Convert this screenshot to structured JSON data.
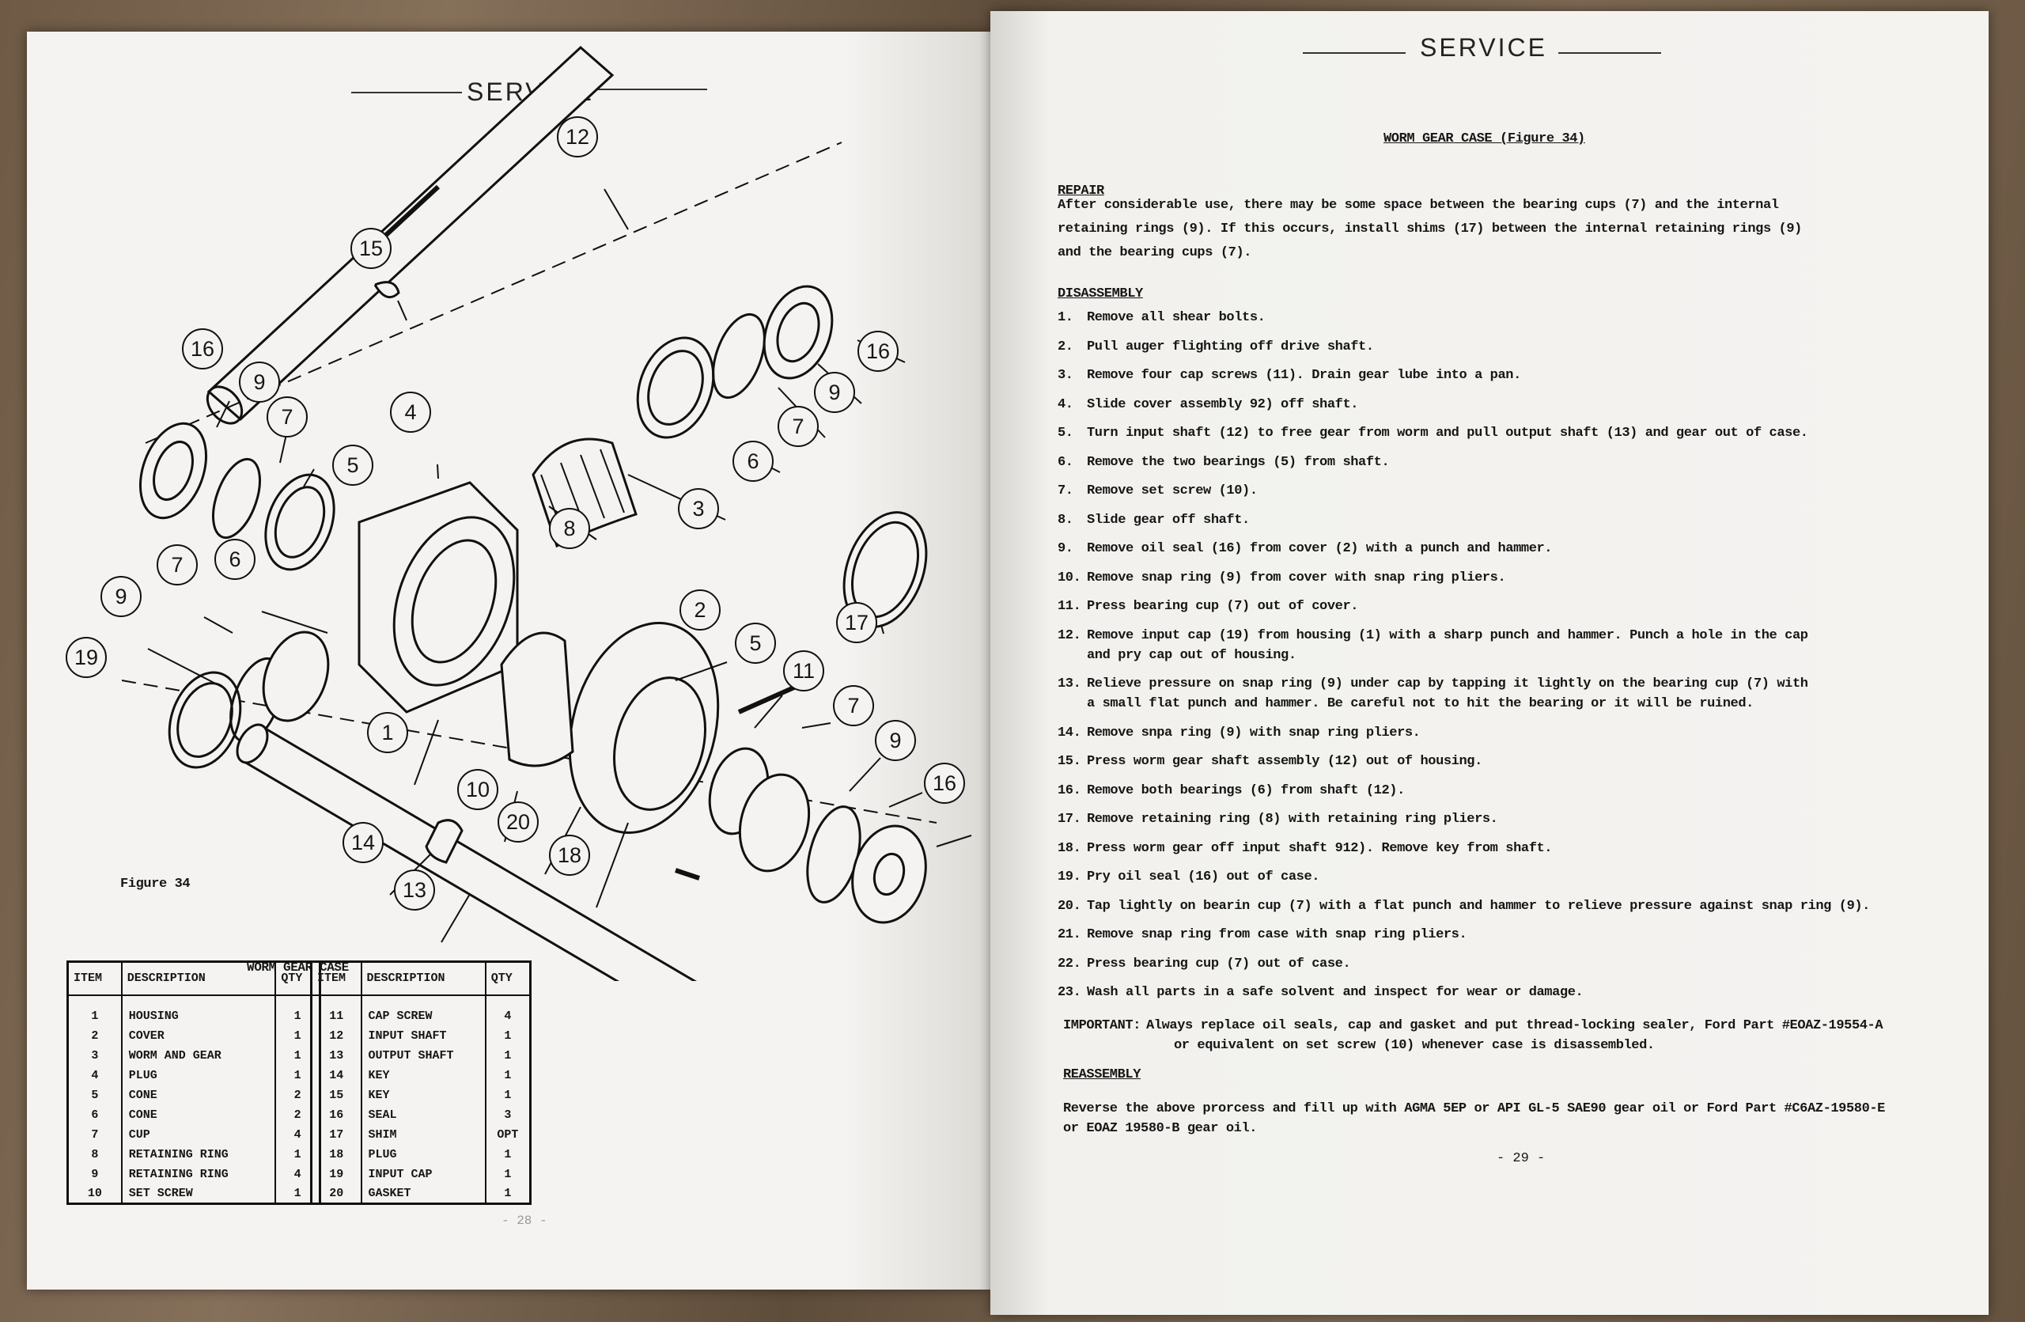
{
  "left_page": {
    "header": "SERVICE",
    "figure_label": "Figure 34",
    "table_title": "WORM GEAR CASE",
    "columns": [
      "ITEM",
      "DESCRIPTION",
      "QTY"
    ],
    "parts_left": [
      {
        "item": "1",
        "description": "HOUSING",
        "qty": "1"
      },
      {
        "item": "2",
        "description": "COVER",
        "qty": "1"
      },
      {
        "item": "3",
        "description": "WORM AND GEAR",
        "qty": "1"
      },
      {
        "item": "4",
        "description": "PLUG",
        "qty": "1"
      },
      {
        "item": "5",
        "description": "CONE",
        "qty": "2"
      },
      {
        "item": "6",
        "description": "CONE",
        "qty": "2"
      },
      {
        "item": "7",
        "description": "CUP",
        "qty": "4"
      },
      {
        "item": "8",
        "description": "RETAINING RING",
        "qty": "1"
      },
      {
        "item": "9",
        "description": "RETAINING RING",
        "qty": "4"
      },
      {
        "item": "10",
        "description": "SET SCREW",
        "qty": "1"
      }
    ],
    "parts_right": [
      {
        "item": "11",
        "description": "CAP SCREW",
        "qty": "4"
      },
      {
        "item": "12",
        "description": "INPUT SHAFT",
        "qty": "1"
      },
      {
        "item": "13",
        "description": "OUTPUT SHAFT",
        "qty": "1"
      },
      {
        "item": "14",
        "description": "KEY",
        "qty": "1"
      },
      {
        "item": "15",
        "description": "KEY",
        "qty": "1"
      },
      {
        "item": "16",
        "description": "SEAL",
        "qty": "3"
      },
      {
        "item": "17",
        "description": "SHIM",
        "qty": "OPT"
      },
      {
        "item": "18",
        "description": "PLUG",
        "qty": "1"
      },
      {
        "item": "19",
        "description": "INPUT CAP",
        "qty": "1"
      },
      {
        "item": "20",
        "description": "GASKET",
        "qty": "1"
      }
    ],
    "callouts": [
      "12",
      "15",
      "16",
      "9",
      "7",
      "4",
      "5",
      "16",
      "9",
      "7",
      "6",
      "3",
      "8",
      "17",
      "7",
      "6",
      "9",
      "19",
      "2",
      "5",
      "11",
      "7",
      "9",
      "16",
      "1",
      "10",
      "20",
      "18",
      "14",
      "13"
    ],
    "page_number": "- 28 -"
  },
  "right_page": {
    "header": "SERVICE",
    "title": "WORM GEAR CASE (Figure 34)",
    "repair_heading": "REPAIR",
    "repair_lines": [
      "After considerable use, there may be some space between the bearing cups (7) and the internal",
      "retaining rings (9). If this occurs, install shims (17) between the internal retaining rings (9)",
      "and the bearing cups (7)."
    ],
    "disassembly_heading": "DISASSEMBLY",
    "steps": [
      [
        "1.",
        "Remove all shear bolts."
      ],
      [
        "2.",
        "Pull auger flighting off drive shaft."
      ],
      [
        "3.",
        "Remove four cap screws (11). Drain gear lube into a pan."
      ],
      [
        "4.",
        "Slide cover assembly 92) off shaft."
      ],
      [
        "5.",
        "Turn input shaft (12) to free gear from worm and pull output shaft (13) and gear out of case."
      ],
      [
        "6.",
        "Remove the two bearings (5) from shaft."
      ],
      [
        "7.",
        "Remove set screw (10)."
      ],
      [
        "8.",
        "Slide gear off shaft."
      ],
      [
        "9.",
        "Remove oil seal (16) from cover (2) with a punch and hammer."
      ],
      [
        "10.",
        "Remove snap ring (9) from cover with snap ring pliers."
      ],
      [
        "11.",
        "Press bearing cup (7) out of cover."
      ],
      [
        "12.",
        "Remove input cap (19) from housing (1) with a sharp punch and hammer. Punch a hole in the cap",
        "and pry cap out of housing."
      ],
      [
        "13.",
        "Relieve pressure on snap ring (9) under cap by tapping it lightly on the bearing cup (7) with",
        "a small flat punch and hammer.  Be careful not to hit the bearing or it will be ruined."
      ],
      [
        "14.",
        "Remove snpa ring (9) with snap ring pliers."
      ],
      [
        "15.",
        "Press worm gear shaft assembly (12) out of housing."
      ],
      [
        "16.",
        "Remove both bearings (6) from shaft (12)."
      ],
      [
        "17.",
        "Remove retaining ring (8) with retaining ring pliers."
      ],
      [
        "18.",
        "Press worm gear off input shaft 912). Remove key from shaft."
      ],
      [
        "19.",
        "Pry oil seal (16) out of case."
      ],
      [
        "20.",
        "Tap lightly on bearin cup (7) with a flat punch and hammer to relieve pressure against snap ring (9)."
      ],
      [
        "21.",
        "Remove snap ring from case with snap ring pliers."
      ],
      [
        "22.",
        "Press bearing cup (7) out of case."
      ],
      [
        "23.",
        "Wash all parts in a safe solvent and inspect for wear or damage."
      ]
    ],
    "important_label": "IMPORTANT:",
    "important_lines": [
      "Always replace oil seals, cap and gasket and put thread-locking sealer, Ford Part #EOAZ-19554-A",
      "or equivalent on set screw (10) whenever case is disassembled."
    ],
    "reassembly_heading": "REASSEMBLY",
    "reassembly_lines": [
      "Reverse the above prorcess and fill up with AGMA 5EP or API GL-5 SAE90 gear oil or Ford Part #C6AZ-19580-E",
      "or EOAZ 19580-B gear oil."
    ],
    "page_number": "- 29 -"
  }
}
